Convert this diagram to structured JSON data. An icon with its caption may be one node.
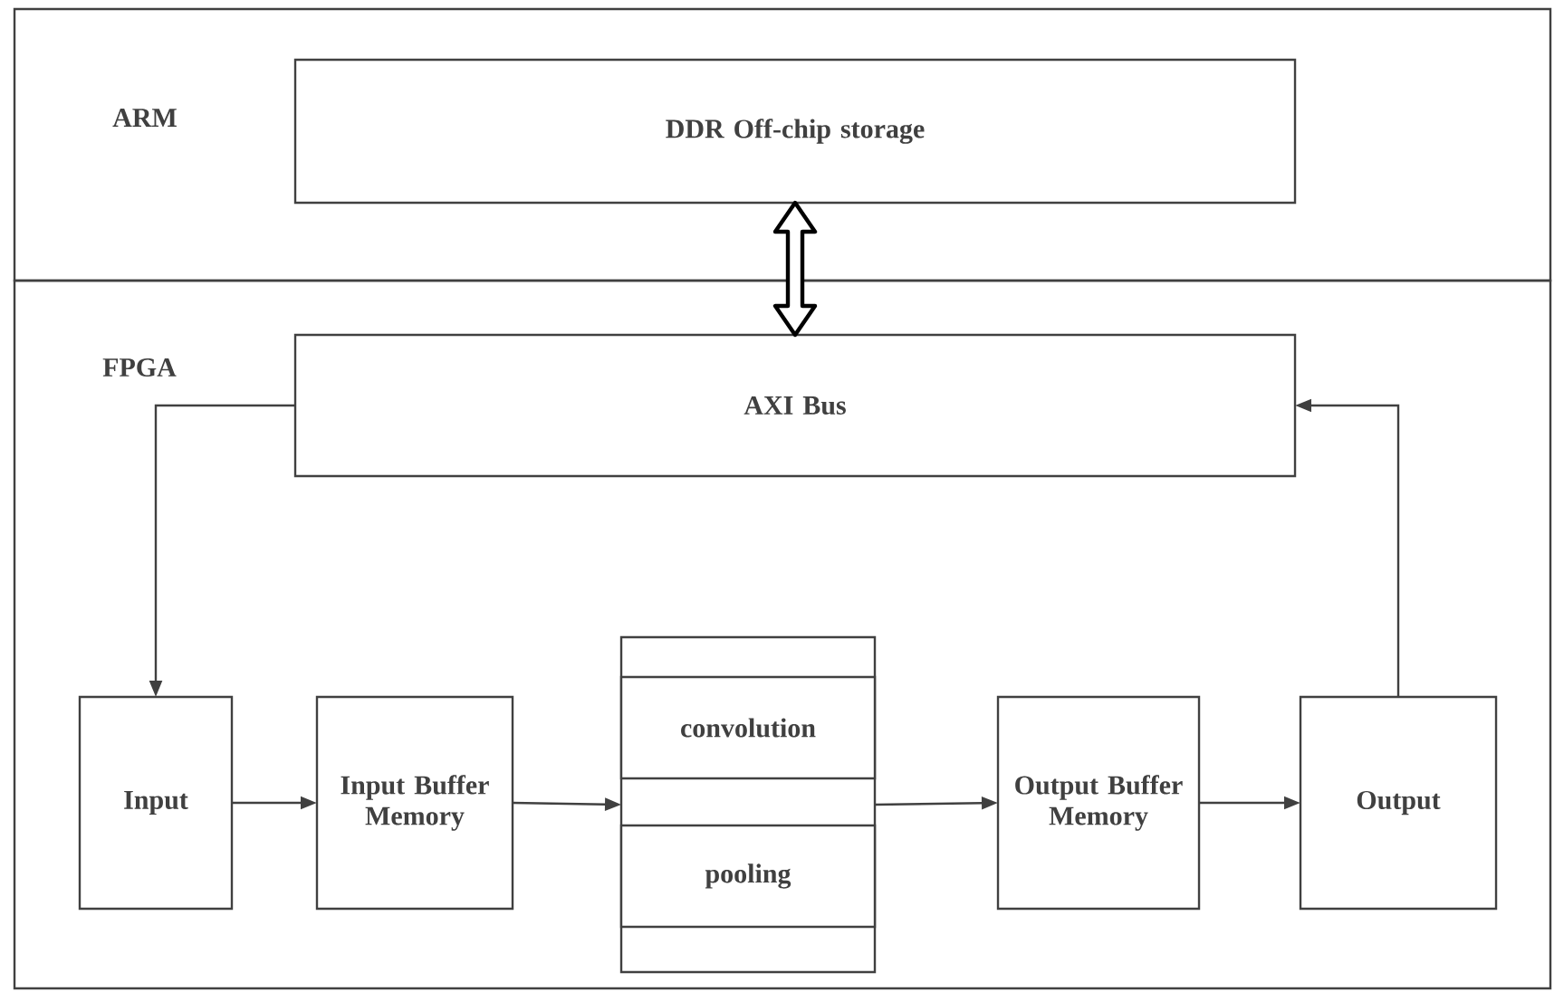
{
  "diagram": {
    "nodes": [
      {
        "text": [
          "ARM"
        ]
      },
      {
        "text": [
          "DDR Off-chip storage"
        ],
        "in": 0
      },
      {
        "text": [
          "FPGA"
        ]
      },
      {
        "text": [
          "AXI Bus"
        ],
        "in": 2
      },
      {
        "text": [
          "Input"
        ],
        "in": 2
      },
      {
        "text": [
          "Input Buffer Memory"
        ],
        "in": 2
      },
      {
        "text": [],
        "shape": "box",
        "in": 2
      },
      {
        "text": [
          "convolution"
        ],
        "in": 6
      },
      {
        "text": [
          "pooling"
        ],
        "in": 6
      },
      {
        "text": [
          "Output Buffer Memory"
        ],
        "in": 2
      },
      {
        "text": [
          "Output"
        ],
        "in": 2
      }
    ],
    "edges": [
      {
        "from": 1,
        "to": 3,
        "arrow": "both",
        "style": "thick"
      },
      {
        "from": 3,
        "to": 4,
        "arrow": "to"
      },
      {
        "from": 4,
        "to": 5,
        "arrow": "to"
      },
      {
        "from": 5,
        "to": 6,
        "arrow": "to"
      },
      {
        "from": 6,
        "to": 9,
        "arrow": "to"
      },
      {
        "from": 9,
        "to": 10,
        "arrow": "to"
      },
      {
        "from": 10,
        "to": 3,
        "arrow": "to"
      }
    ]
  }
}
